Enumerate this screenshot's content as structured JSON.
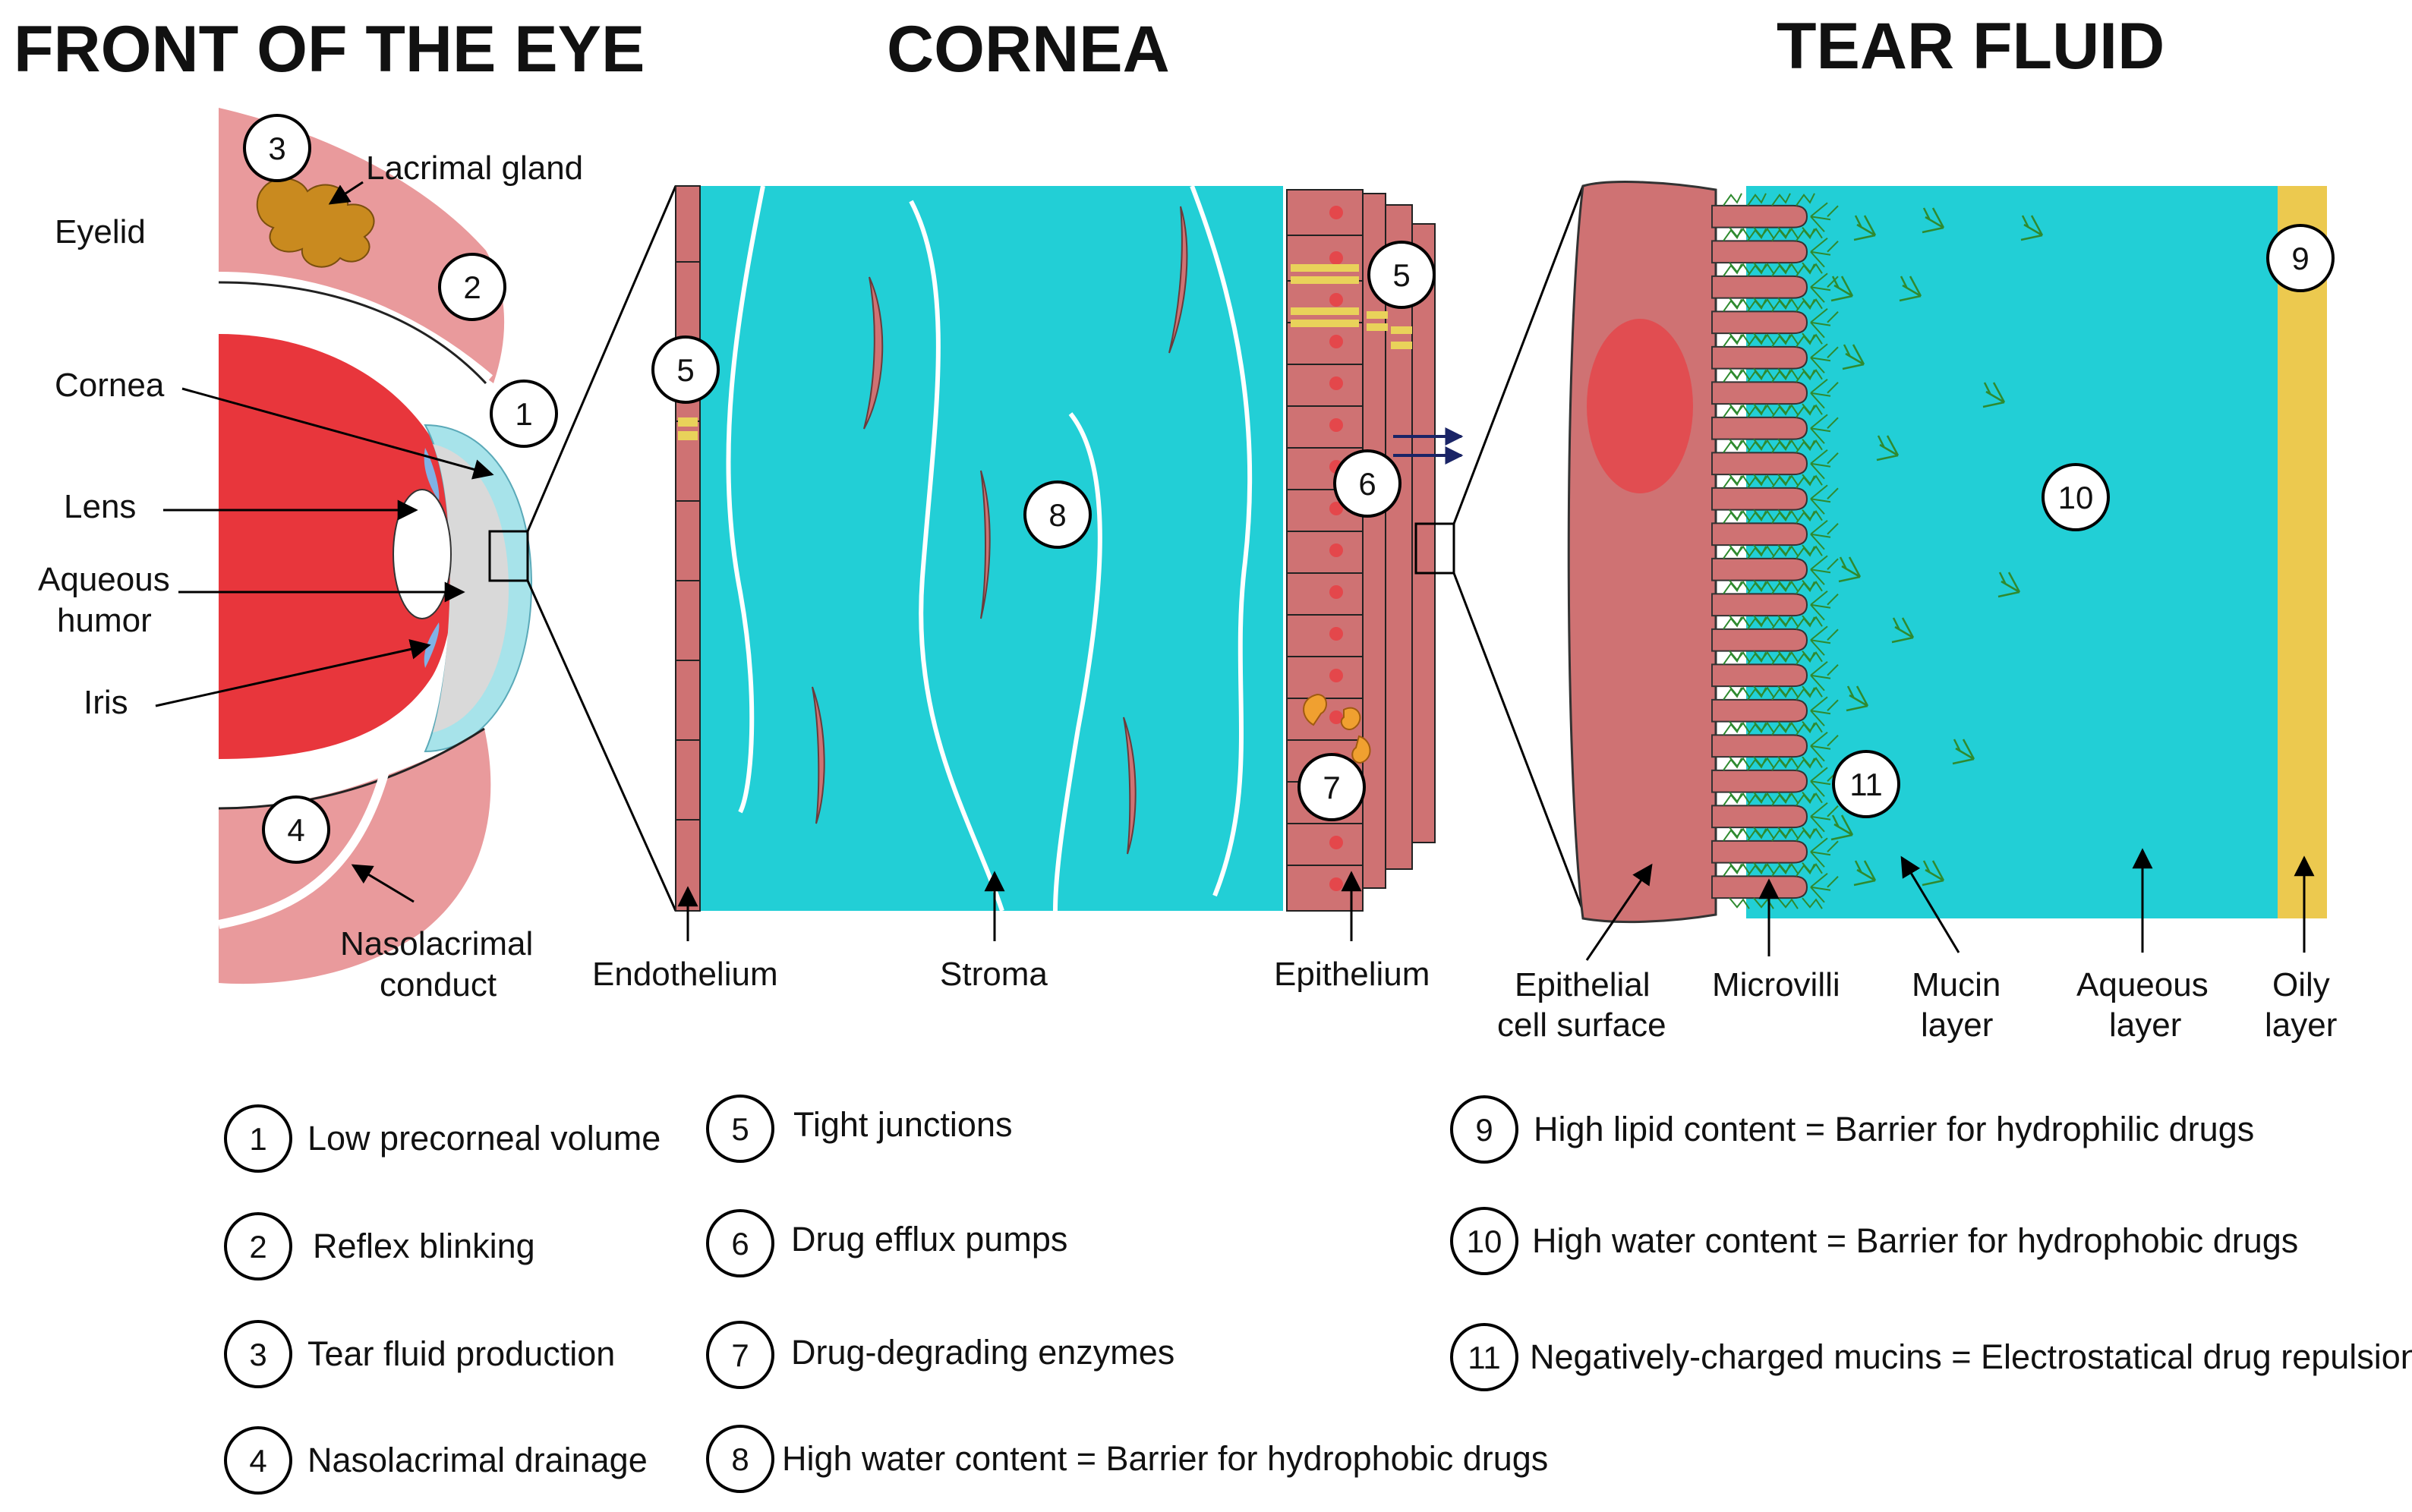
{
  "titles": {
    "front_of_eye": "FRONT OF THE EYE",
    "cornea": "CORNEA",
    "tear_fluid": "TEAR FLUID"
  },
  "eye_labels": {
    "lacrimal_gland": "Lacrimal gland",
    "eyelid": "Eyelid",
    "cornea": "Cornea",
    "lens": "Lens",
    "aqueous_line1": "Aqueous",
    "aqueous_line2": "humor",
    "iris": "Iris",
    "nasolacrimal_line1": "Nasolacrimal",
    "nasolacrimal_line2": "conduct"
  },
  "cornea_labels": {
    "endothelium": "Endothelium",
    "stroma": "Stroma",
    "epithelium": "Epithelium"
  },
  "tear_labels": {
    "epithelial_line1": "Epithelial",
    "epithelial_line2": "cell surface",
    "microvilli": "Microvilli",
    "mucin_line1": "Mucin",
    "mucin_line2": "layer",
    "aqueous_line1": "Aqueous",
    "aqueous_line2": "layer",
    "oily_line1": "Oily",
    "oily_line2": "layer"
  },
  "markers": {
    "m1": "1",
    "m2": "2",
    "m3": "3",
    "m4": "4",
    "m5": "5",
    "m6": "6",
    "m7": "7",
    "m8": "8",
    "m9": "9",
    "m10": "10",
    "m11": "11"
  },
  "legend": [
    {
      "num": "1",
      "text": "Low precorneal volume"
    },
    {
      "num": "2",
      "text": "Reflex blinking"
    },
    {
      "num": "3",
      "text": "Tear fluid production"
    },
    {
      "num": "4",
      "text": "Nasolacrimal drainage"
    },
    {
      "num": "5",
      "text": "Tight junctions"
    },
    {
      "num": "6",
      "text": "Drug efflux pumps"
    },
    {
      "num": "7",
      "text": "Drug-degrading enzymes"
    },
    {
      "num": "8",
      "text": "High water content = Barrier for hydrophobic drugs"
    },
    {
      "num": "9",
      "text": "High lipid content = Barrier for hydrophilic drugs"
    },
    {
      "num": "10",
      "text": "High water content = Barrier for hydrophobic drugs"
    },
    {
      "num": "11",
      "text": "Negatively-charged mucins = Electrostatical drug repulsion"
    }
  ],
  "colors": {
    "tissue_pink": "#e99a9c",
    "eye_red": "#e8363c",
    "cyan": "#22cfd6",
    "cell": "#cf7273",
    "nucleus": "#e4474b",
    "oily": "#ecc94f",
    "gland": "#c98a1f",
    "junction": "#e9d25a",
    "pump_arrow": "#1a2466",
    "enzyme": "#f0a030",
    "mucin": "#2f8a2f",
    "lens_blue": "#7fb2e6"
  }
}
